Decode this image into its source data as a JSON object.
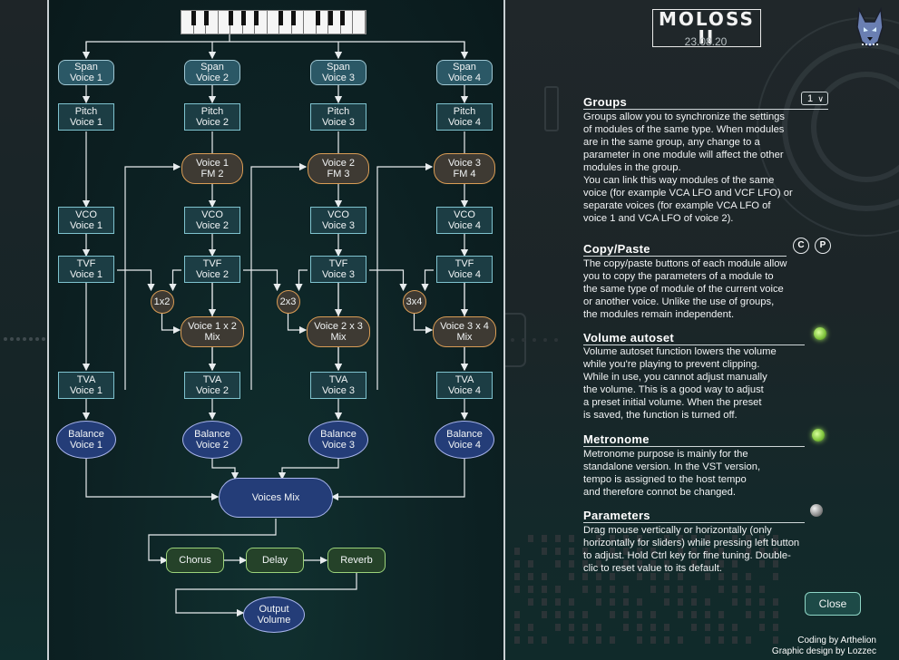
{
  "logo": "MOLOSS II",
  "version_date": "23.08.20",
  "diagram": {
    "voices": [
      {
        "span": [
          "Span",
          "Voice 1"
        ],
        "pitch": [
          "Pitch",
          "Voice 1"
        ],
        "vco": [
          "VCO",
          "Voice 1"
        ],
        "tvf": [
          "TVF",
          "Voice 1"
        ],
        "tva": [
          "TVA",
          "Voice 1"
        ],
        "balance": [
          "Balance",
          "Voice 1"
        ]
      },
      {
        "span": [
          "Span",
          "Voice 2"
        ],
        "pitch": [
          "Pitch",
          "Voice 2"
        ],
        "vco": [
          "VCO",
          "Voice 2"
        ],
        "tvf": [
          "TVF",
          "Voice 2"
        ],
        "tva": [
          "TVA",
          "Voice 2"
        ],
        "balance": [
          "Balance",
          "Voice 2"
        ]
      },
      {
        "span": [
          "Span",
          "Voice 3"
        ],
        "pitch": [
          "Pitch",
          "Voice 3"
        ],
        "vco": [
          "VCO",
          "Voice 3"
        ],
        "tvf": [
          "TVF",
          "Voice 3"
        ],
        "tva": [
          "TVA",
          "Voice 3"
        ],
        "balance": [
          "Balance",
          "Voice 3"
        ]
      },
      {
        "span": [
          "Span",
          "Voice 4"
        ],
        "pitch": [
          "Pitch",
          "Voice 4"
        ],
        "vco": [
          "VCO",
          "Voice 4"
        ],
        "tvf": [
          "TVF",
          "Voice 4"
        ],
        "tva": [
          "TVA",
          "Voice 4"
        ],
        "balance": [
          "Balance",
          "Voice 4"
        ]
      }
    ],
    "fm": [
      [
        "Voice 1",
        "FM 2"
      ],
      [
        "Voice 2",
        "FM 3"
      ],
      [
        "Voice 3",
        "FM 4"
      ]
    ],
    "cross": [
      "1x2",
      "2x3",
      "3x4"
    ],
    "mix": [
      [
        "Voice 1 x 2",
        "Mix"
      ],
      [
        "Voice 2 x 3",
        "Mix"
      ],
      [
        "Voice 3 x 4",
        "Mix"
      ]
    ],
    "voices_mix": "Voices Mix",
    "chorus": "Chorus",
    "delay": "Delay",
    "reverb": "Reverb",
    "output": [
      "Output",
      "Volume"
    ]
  },
  "help": {
    "groups": {
      "title": "Groups",
      "select_value": "1",
      "lines": [
        "Groups allow you to synchronize the settings",
        "of modules of the same type. When modules",
        "are in the same group, any change to a",
        "parameter in one module will affect the other",
        "modules in the group.",
        "You can link this way modules of the same",
        "voice (for example VCA LFO and VCF LFO) or",
        "separate voices (for example VCA LFO of",
        "voice 1 and VCA LFO of voice 2)."
      ]
    },
    "copy_paste": {
      "title": "Copy/Paste",
      "copy_label": "C",
      "paste_label": "P",
      "lines": [
        "The copy/paste buttons of each module allow",
        "you to copy the parameters of a module to",
        "the same type of module of the current voice",
        "or another voice. Unlike the use of groups,",
        "the modules remain independent."
      ]
    },
    "volume_autoset": {
      "title": "Volume autoset",
      "lines": [
        "Volume autoset function lowers the volume",
        "while you're playing to prevent clipping.",
        "While in use, you cannot adjust manually",
        "the volume. This is a good way to adjust",
        "a preset initial volume. When the preset",
        "is saved, the function is turned off."
      ]
    },
    "metronome": {
      "title": "Metronome",
      "lines": [
        "Metronome purpose is mainly for the",
        "standalone version. In the VST version,",
        "tempo is assigned to the host tempo",
        "and therefore connot be changed."
      ]
    },
    "parameters": {
      "title": "Parameters",
      "lines": [
        "Drag mouse vertically or horizontally (only",
        "horizontally for sliders) while pressing left button",
        "to adjust. Hold Ctrl key for fine tuning. Double-",
        "clic to reset value to its default."
      ]
    }
  },
  "close_label": "Close",
  "credits": [
    "Coding by Arthelion",
    "Graphic design by Lozzec"
  ],
  "colors": {
    "accent_orange": "#d99c55",
    "accent_blue": "#aab6ee",
    "accent_green": "#9bd37a",
    "led_green": "#7cc13a"
  }
}
